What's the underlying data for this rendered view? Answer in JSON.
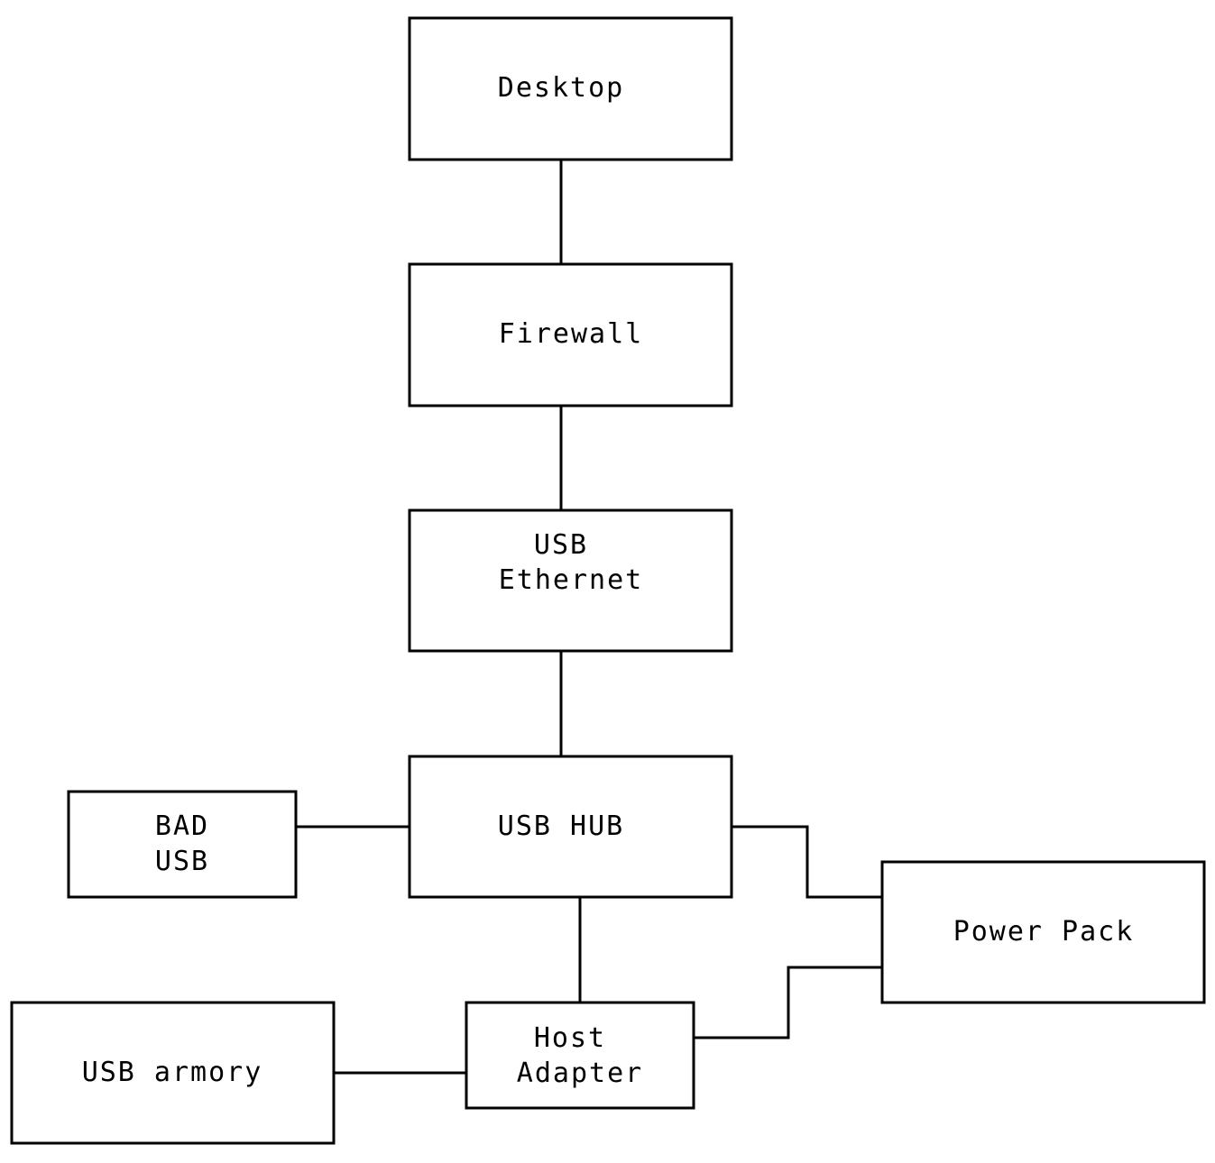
{
  "diagram": {
    "type": "block-diagram",
    "nodes": [
      {
        "id": "desktop",
        "lines": [
          "Desktop"
        ]
      },
      {
        "id": "firewall",
        "lines": [
          "Firewall"
        ]
      },
      {
        "id": "usb-ethernet",
        "lines": [
          "USB",
          "Ethernet"
        ]
      },
      {
        "id": "usb-hub",
        "lines": [
          "USB HUB"
        ]
      },
      {
        "id": "bad-usb",
        "lines": [
          "BAD",
          "USB"
        ]
      },
      {
        "id": "power-pack",
        "lines": [
          "Power Pack"
        ]
      },
      {
        "id": "host-adapter",
        "lines": [
          "Host",
          "Adapter"
        ]
      },
      {
        "id": "usb-armory",
        "lines": [
          "USB armory"
        ]
      }
    ],
    "edges": [
      {
        "from": "desktop",
        "to": "firewall"
      },
      {
        "from": "firewall",
        "to": "usb-ethernet"
      },
      {
        "from": "usb-ethernet",
        "to": "usb-hub"
      },
      {
        "from": "bad-usb",
        "to": "usb-hub"
      },
      {
        "from": "usb-hub",
        "to": "power-pack"
      },
      {
        "from": "usb-hub",
        "to": "host-adapter"
      },
      {
        "from": "host-adapter",
        "to": "power-pack"
      },
      {
        "from": "usb-armory",
        "to": "host-adapter"
      }
    ]
  }
}
